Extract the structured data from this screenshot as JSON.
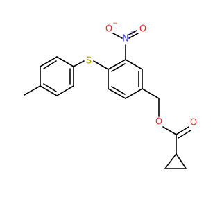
{
  "molecule": {
    "atoms": [
      {
        "id": "S",
        "label": "S",
        "color": "#b5a000"
      },
      {
        "id": "N",
        "label": "N",
        "charge": "+",
        "color": "#2b35e0"
      },
      {
        "id": "O_nitro_left",
        "label": "O",
        "charge": "−",
        "color": "#e03228"
      },
      {
        "id": "O_nitro_right",
        "label": "O",
        "color": "#e03228"
      },
      {
        "id": "O_ester",
        "label": "O",
        "color": "#e03228"
      },
      {
        "id": "O_carbonyl",
        "label": "O",
        "color": "#e03228"
      }
    ]
  }
}
